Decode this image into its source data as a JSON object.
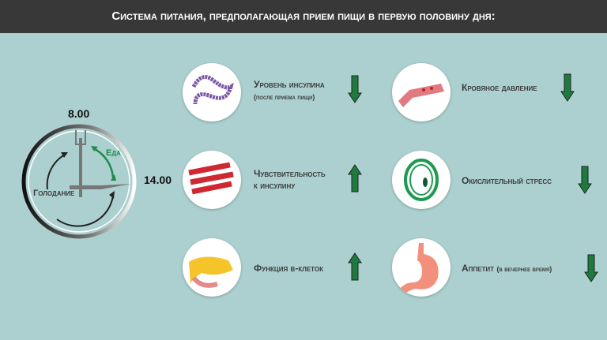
{
  "header": {
    "title": "Система питания, предполагающая прием пищи в первую половину дня:"
  },
  "clock": {
    "start_time": "8.00",
    "end_time": "14.00",
    "eating_label": "Еда",
    "fasting_label": "Голодание",
    "eating_color": "#1e8a4c"
  },
  "effects": [
    {
      "label": "Уровень инсулина",
      "sub": "(после приема пищи)",
      "direction": "down",
      "icon": "insulin-molecule-icon"
    },
    {
      "label": "Кровяное давление",
      "sub": "",
      "direction": "down",
      "icon": "blood-vessel-icon"
    },
    {
      "label": "Чувствительность",
      "label2": "к инсулину",
      "direction": "up",
      "icon": "muscle-fiber-icon"
    },
    {
      "label": "Окислительный стресс",
      "sub": "",
      "direction": "down",
      "icon": "cell-icon"
    },
    {
      "label": "Функция β-клеток",
      "sub": "",
      "direction": "up",
      "icon": "pancreas-icon"
    },
    {
      "label": "Аппетит",
      "sub": "(в вечернее время)",
      "direction": "down",
      "icon": "stomach-icon"
    }
  ],
  "colors": {
    "arrow": "#1f7a3e",
    "background": "#acd0cf",
    "header": "#383838"
  }
}
